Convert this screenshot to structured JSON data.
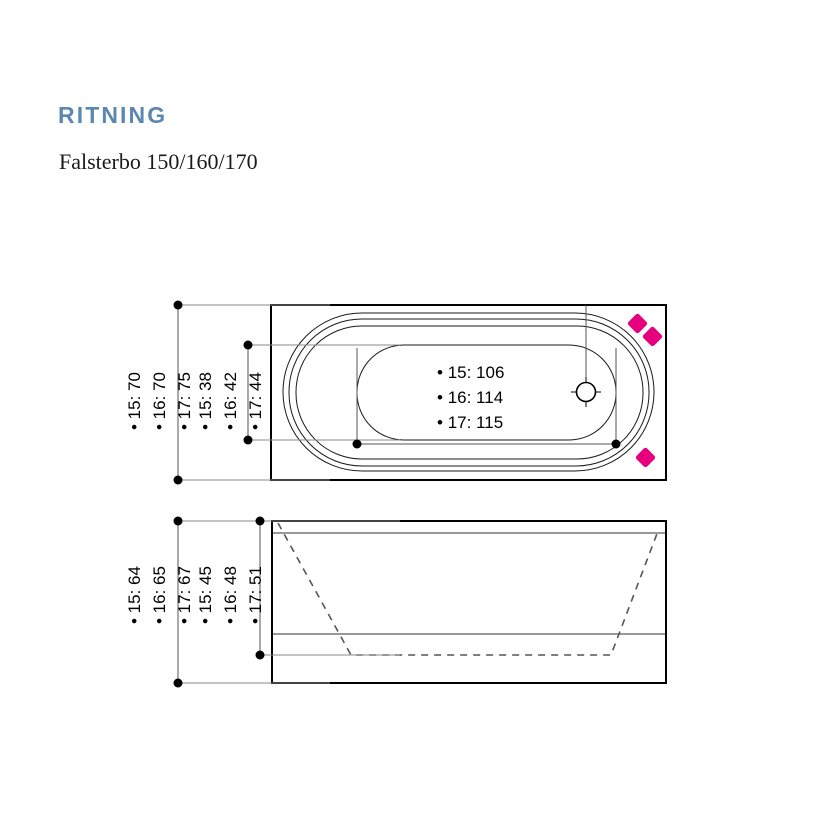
{
  "header": {
    "title": "RITNING",
    "subtitle": "Falsterbo 150/160/170"
  },
  "colors": {
    "title_blue": "#5b87b0",
    "marker_magenta": "#e6007e",
    "line_black": "#000000",
    "line_gray": "#808080",
    "background": "#ffffff"
  },
  "top_view": {
    "name": "bathtub-top-view",
    "dimension_groups": [
      {
        "name": "overall-width",
        "lines": [
          {
            "bullet": "•",
            "label": "15: 70"
          },
          {
            "bullet": "•",
            "label": "16: 70"
          },
          {
            "bullet": "•",
            "label": "17: 75"
          }
        ]
      },
      {
        "name": "inner-basin-width",
        "lines": [
          {
            "bullet": "•",
            "label": "15: 38"
          },
          {
            "bullet": "•",
            "label": "16: 42"
          },
          {
            "bullet": "•",
            "label": "17: 44"
          }
        ]
      }
    ],
    "callout": {
      "name": "inner-basin-length",
      "lines": [
        {
          "bullet": "•",
          "label": "15: 106"
        },
        {
          "bullet": "•",
          "label": "16: 114"
        },
        {
          "bullet": "•",
          "label": "17: 115"
        }
      ]
    },
    "markers": [
      {
        "name": "magenta-diamond-1"
      },
      {
        "name": "magenta-diamond-2"
      },
      {
        "name": "magenta-diamond-3"
      }
    ],
    "drain": {
      "name": "drain-crosshair"
    }
  },
  "side_view": {
    "name": "bathtub-side-view",
    "dimension_groups": [
      {
        "name": "overall-height",
        "lines": [
          {
            "bullet": "•",
            "label": "15: 64"
          },
          {
            "bullet": "•",
            "label": "16: 65"
          },
          {
            "bullet": "•",
            "label": "17: 67"
          }
        ]
      },
      {
        "name": "inner-depth",
        "lines": [
          {
            "bullet": "•",
            "label": "15: 45"
          },
          {
            "bullet": "•",
            "label": "16: 48"
          },
          {
            "bullet": "•",
            "label": "17: 51"
          }
        ]
      }
    ]
  }
}
